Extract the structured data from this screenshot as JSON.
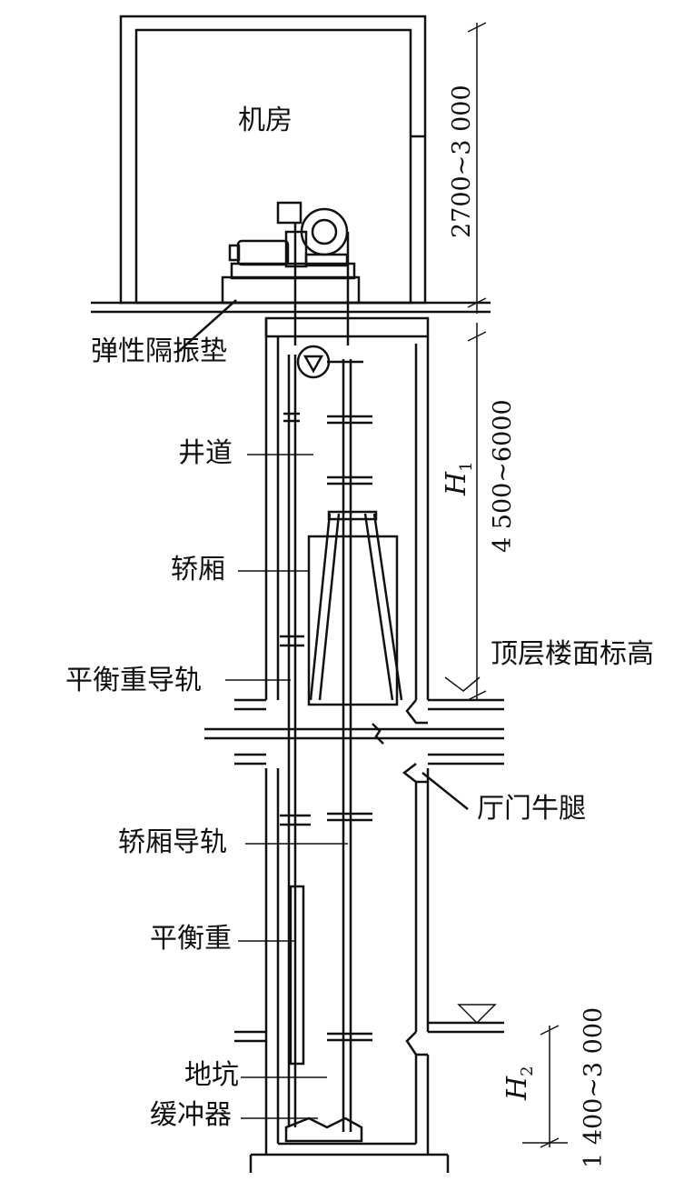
{
  "labels": {
    "machine_room": "机房",
    "vibration_pad": "弹性隔振垫",
    "shaft": "井道",
    "car": "轿厢",
    "counterweight_rail": "平衡重导轨",
    "top_floor_level": "顶层楼面标高",
    "landing_door_sill": "厅门牛腿",
    "car_rail": "轿厢导轨",
    "counterweight": "平衡重",
    "pit": "地坑",
    "buffer": "缓冲器"
  },
  "dimensions": {
    "machine_room_height": "2700~3 000",
    "overhead_height": "4 500~6000",
    "pit_depth": "1 400~3 000",
    "h1_symbol": "H",
    "h1_sub": "1",
    "h2_symbol": "H",
    "h2_sub": "2"
  }
}
